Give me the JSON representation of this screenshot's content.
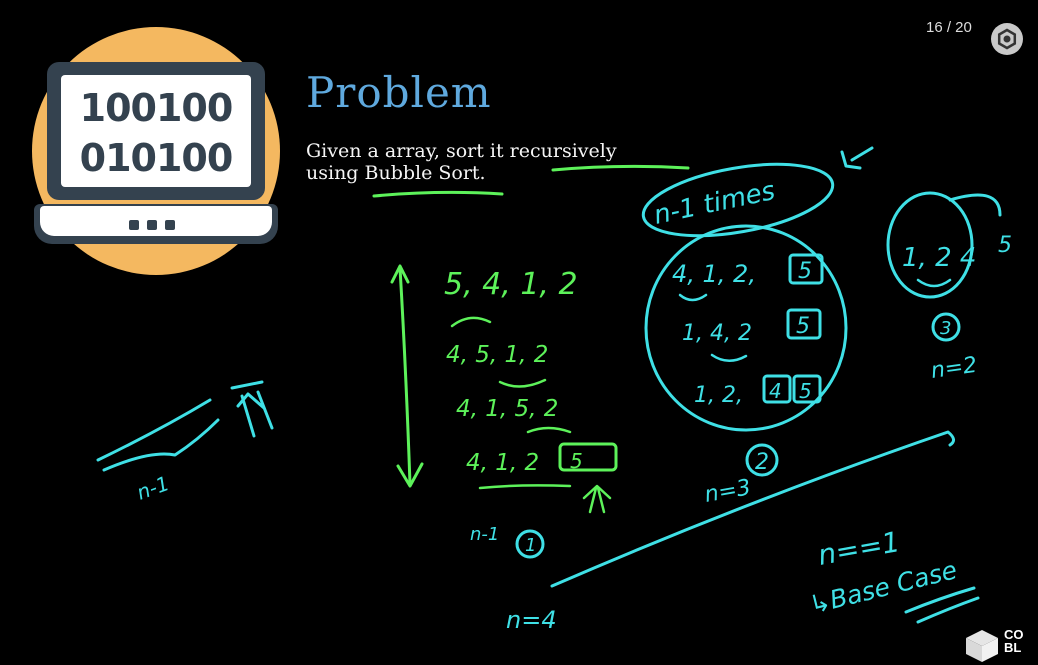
{
  "slide": {
    "title": "Problem",
    "description_line1": "Given a array, sort it recursively",
    "description_line2": "using Bubble Sort.",
    "page_indicator": "16 / 20"
  },
  "logo": {
    "binary_line1": "100100",
    "binary_line2": "010100"
  },
  "brand": {
    "line1": "CO",
    "line2": "BL"
  },
  "annotations": {
    "left_label": "n-1",
    "column_rows": [
      "5, 4, 1, 2",
      "4, 5, 1, 2",
      "4, 1, 5, 2",
      "4, 1, 2"
    ],
    "column_boxed": "5",
    "column_n_label": "n-1",
    "column_step": "1",
    "mid_header": "n-1 times",
    "mid_rows": [
      "4, 1, 2,",
      "1, 4, 2",
      "1, 2,"
    ],
    "mid_boxed": [
      "5",
      "5",
      "4",
      "5"
    ],
    "mid_step": "2",
    "mid_n_label": "n=3",
    "right_row": "1, 2 4",
    "right_extra": "5",
    "right_step": "3",
    "right_n_label": "n=2",
    "bottom_n_label": "n=4",
    "base_condition": "n==1",
    "base_case": "↳Base Case"
  },
  "colors": {
    "background": "#000000",
    "title": "#5fa9de",
    "logo_circle": "#f4b860",
    "logo_dark": "#34424f",
    "ink_green": "#5df25a",
    "ink_cyan": "#3fe0e6"
  },
  "icons": [
    "settings-icon",
    "laptop-logo",
    "brand-cube-icon"
  ]
}
